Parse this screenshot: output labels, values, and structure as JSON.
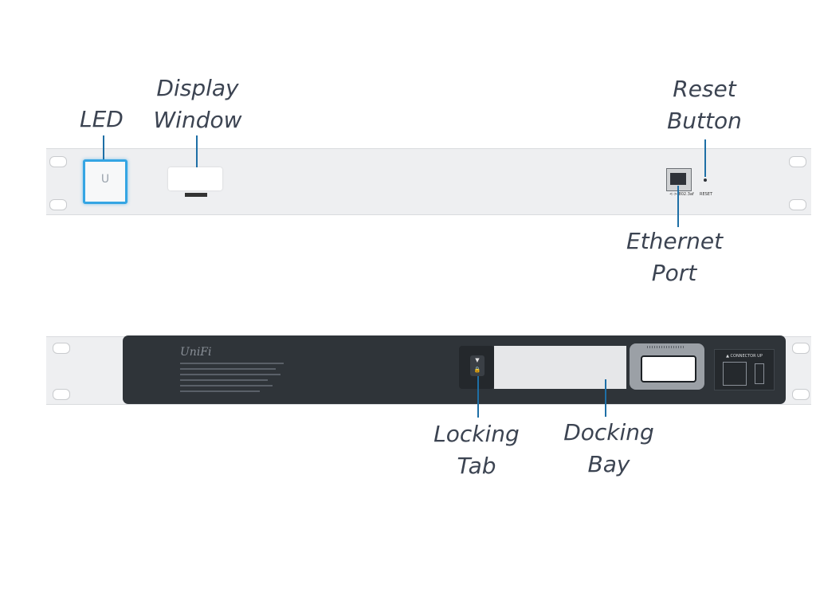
{
  "labels": {
    "led": "LED",
    "display_window": [
      "Display",
      "Window"
    ],
    "reset_button": [
      "Reset",
      "Button"
    ],
    "ethernet_port": [
      "Ethernet",
      "Port"
    ],
    "locking_tab": [
      "Locking",
      "Tab"
    ],
    "docking_bay": [
      "Docking",
      "Bay"
    ]
  },
  "device": {
    "brand": "UniFi",
    "eth_port_text": "<·> 802.3af",
    "reset_text": "RESET",
    "connector_text": "▲ CONNECTOR UP",
    "logo_glyph": "U"
  },
  "colors": {
    "leader_line": "#1e6fa6",
    "led_glow": "#35a5e3",
    "chassis": "#2f3439",
    "rack_ear": "#eeeff1",
    "label_text": "#3c4452"
  }
}
